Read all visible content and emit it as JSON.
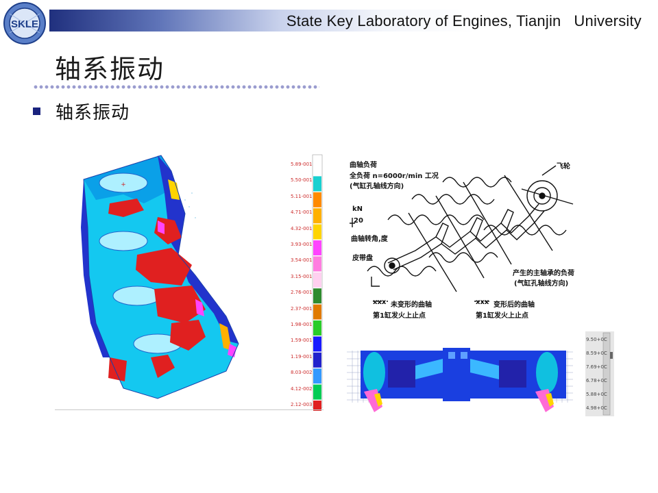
{
  "header": {
    "institution": "State Key Laboratory of Engines, Tianjin   University",
    "logo_text": "SKLE"
  },
  "slide": {
    "title": "轴系振动",
    "bullet": "轴系振动"
  },
  "fea_legend": {
    "values": [
      "5.89-001",
      "5.50-001",
      "5.11-001",
      "4.71-001",
      "4.32-001",
      "3.93-001",
      "3.54-001",
      "3.15-001",
      "2.76-001",
      "2.37-001",
      "1.98-001",
      "1.59-001",
      "1.19-001",
      "8.03-002",
      "4.12-002",
      "2.12-003"
    ],
    "colors": [
      "#ffffff",
      "#19d0d0",
      "#ff8a00",
      "#ffb000",
      "#ffd400",
      "#ff44ff",
      "#ff7de0",
      "#ffd0f0",
      "#2e8b2e",
      "#e07a00",
      "#2acc2a",
      "#1a1aff",
      "#2222cc",
      "#3399ff",
      "#00cc55",
      "#e02020"
    ]
  },
  "sketch": {
    "labels": {
      "crank_load": "曲轴负荷",
      "full_load": "全负荷 n=6000r/min 工况",
      "cyl_axis": "(气缸孔轴线方向)",
      "flywheel": "飞轮",
      "kn": "kN",
      "twenty": "20",
      "crank_angle": "曲轴转角,度",
      "pulley": "皮带盘",
      "main_bearing_load": "产生的主轴承的负荷",
      "main_bearing_dir": "(气缸孔轴线方向)",
      "undeformed_line1": "未变形的曲轴",
      "undeformed_line2": "第1缸发火上止点",
      "deformed_line1": "变形后的曲轴",
      "deformed_line2": "第1缸发火上止点",
      "xxx": "xxx"
    }
  },
  "crank_legend": {
    "values": [
      "9.50+0C",
      "8.59+0C",
      "7.69+0C",
      "6.78+0C",
      "5.88+0C",
      "4.98+0C"
    ]
  }
}
